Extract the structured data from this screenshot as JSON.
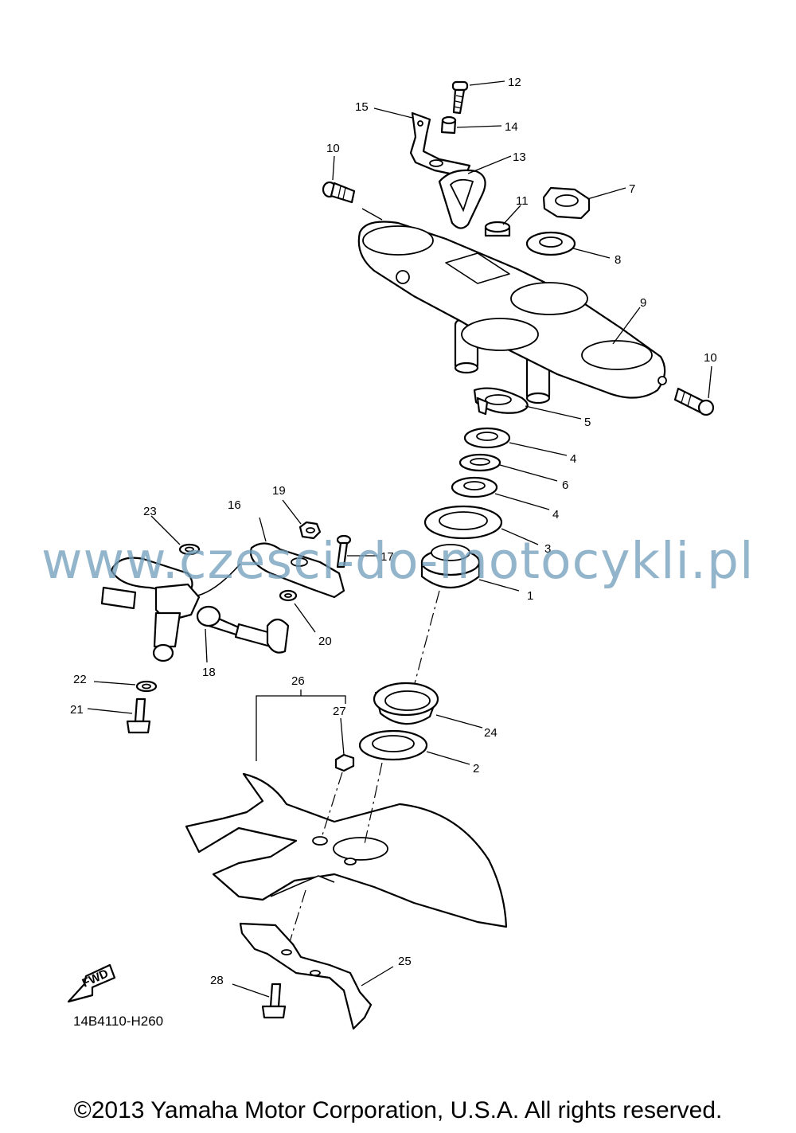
{
  "diagram": {
    "callouts": [
      "1",
      "2",
      "3",
      "4",
      "4",
      "5",
      "6",
      "7",
      "8",
      "9",
      "10",
      "10",
      "11",
      "12",
      "13",
      "14",
      "15",
      "16",
      "17",
      "18",
      "19",
      "20",
      "21",
      "22",
      "23",
      "24",
      "25",
      "26",
      "27",
      "28"
    ],
    "fwd_label": "FWD",
    "diagram_code": "14B4110-H260"
  },
  "watermark": "www.czesci-do-motocykli.pl",
  "copyright": "©2013 Yamaha Motor Corporation, U.S.A. All rights reserved."
}
